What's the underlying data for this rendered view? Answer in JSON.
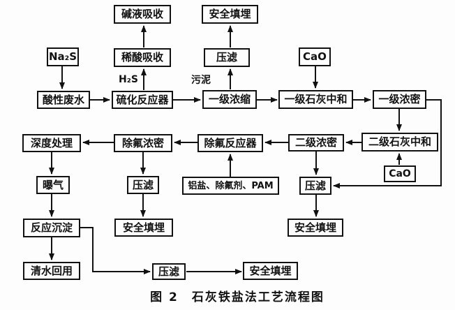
{
  "diagram": {
    "caption": "图 2　石灰铁盐法工艺流程图",
    "line_color": "#111111",
    "background_color": "#fdfdfd"
  },
  "labels": {
    "h2s": "H₂S",
    "sludge": "污泥"
  },
  "nodes": {
    "alkali_absorption": {
      "label": "碱液吸收"
    },
    "safe_landfill_1": {
      "label": "安全填埋"
    },
    "na2s": {
      "label": "Na₂S"
    },
    "dilute_acid_absorption": {
      "label": "稀酸吸收"
    },
    "filter_press_1": {
      "label": "压滤"
    },
    "cao_1": {
      "label": "CaO"
    },
    "acidic_wastewater": {
      "label": "酸性废水"
    },
    "sulfide_reactor": {
      "label": "硫化反应器"
    },
    "primary_concentration": {
      "label": "一级浓缩"
    },
    "primary_lime_neutralization": {
      "label": "一级石灰中和"
    },
    "primary_thickening": {
      "label": "一级浓密"
    },
    "advanced_treatment": {
      "label": "深度处理"
    },
    "fluoride_thickening": {
      "label": "除氟浓密"
    },
    "fluoride_reactor": {
      "label": "除氟反应器"
    },
    "secondary_thickening": {
      "label": "二级浓密"
    },
    "secondary_lime_neutralization": {
      "label": "二级石灰中和"
    },
    "aeration": {
      "label": "曝气"
    },
    "filter_press_2": {
      "label": "压滤"
    },
    "reagents": {
      "label": "铝盐、除氟剂、PAM"
    },
    "filter_press_3": {
      "label": "压滤"
    },
    "cao_2": {
      "label": "CaO"
    },
    "reaction_sedimentation": {
      "label": "反应沉淀"
    },
    "safe_landfill_2": {
      "label": "安全填埋"
    },
    "safe_landfill_3": {
      "label": "安全填埋"
    },
    "clean_water_reuse": {
      "label": "清水回用"
    },
    "filter_press_4": {
      "label": "压滤"
    },
    "safe_landfill_4": {
      "label": "安全填埋"
    }
  },
  "edges": [
    {
      "from": "na2s",
      "to": "acidic_wastewater",
      "label": ""
    },
    {
      "from": "acidic_wastewater",
      "to": "sulfide_reactor",
      "label": ""
    },
    {
      "from": "sulfide_reactor",
      "to": "dilute_acid_absorption",
      "label": "H₂S"
    },
    {
      "from": "dilute_acid_absorption",
      "to": "alkali_absorption",
      "label": ""
    },
    {
      "from": "sulfide_reactor",
      "to": "primary_concentration",
      "label": ""
    },
    {
      "from": "primary_concentration",
      "to": "filter_press_1",
      "label": "污泥"
    },
    {
      "from": "filter_press_1",
      "to": "safe_landfill_1",
      "label": ""
    },
    {
      "from": "primary_concentration",
      "to": "primary_lime_neutralization",
      "label": ""
    },
    {
      "from": "cao_1",
      "to": "primary_lime_neutralization",
      "label": ""
    },
    {
      "from": "primary_lime_neutralization",
      "to": "primary_thickening",
      "label": ""
    },
    {
      "from": "primary_thickening",
      "to": "secondary_lime_neutralization",
      "label": ""
    },
    {
      "from": "primary_thickening",
      "to": "filter_press_3",
      "label": ""
    },
    {
      "from": "secondary_lime_neutralization",
      "to": "secondary_thickening",
      "label": ""
    },
    {
      "from": "cao_2",
      "to": "secondary_lime_neutralization",
      "label": ""
    },
    {
      "from": "secondary_thickening",
      "to": "fluoride_reactor",
      "label": ""
    },
    {
      "from": "secondary_thickening",
      "to": "filter_press_3",
      "label": ""
    },
    {
      "from": "filter_press_3",
      "to": "safe_landfill_3",
      "label": ""
    },
    {
      "from": "reagents",
      "to": "fluoride_reactor",
      "label": ""
    },
    {
      "from": "fluoride_reactor",
      "to": "fluoride_thickening",
      "label": ""
    },
    {
      "from": "fluoride_thickening",
      "to": "advanced_treatment",
      "label": ""
    },
    {
      "from": "fluoride_thickening",
      "to": "filter_press_2",
      "label": ""
    },
    {
      "from": "filter_press_2",
      "to": "safe_landfill_2",
      "label": ""
    },
    {
      "from": "advanced_treatment",
      "to": "aeration",
      "label": ""
    },
    {
      "from": "aeration",
      "to": "reaction_sedimentation",
      "label": ""
    },
    {
      "from": "reaction_sedimentation",
      "to": "clean_water_reuse",
      "label": ""
    },
    {
      "from": "reaction_sedimentation",
      "to": "filter_press_4",
      "label": ""
    },
    {
      "from": "filter_press_4",
      "to": "safe_landfill_4",
      "label": ""
    }
  ]
}
